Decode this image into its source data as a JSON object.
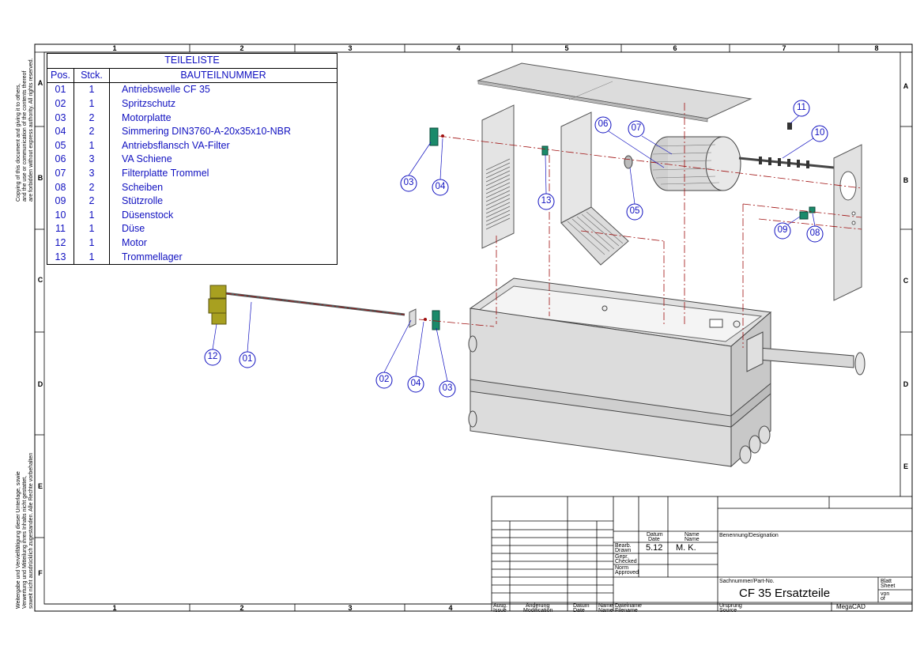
{
  "zones_top": [
    "1",
    "2",
    "3",
    "4",
    "5",
    "6",
    "7",
    "8"
  ],
  "zones_side": [
    "A",
    "B",
    "C",
    "D",
    "E",
    "F"
  ],
  "side_notes": {
    "en": [
      "Copying of this document and giving it to others,",
      "and the use or communication of the contents thereof",
      "are forbidden without express authority. All rights reserved."
    ],
    "de": [
      "Weitergabe und Vervielfältigung dieser Unterlage, sowie",
      "Verwertung und Mitteilung ihres Inhalts nicht gestattet,",
      "soweit nicht ausdrücklich zugestanden. Alle Rechte vorbehalten"
    ]
  },
  "parts_list": {
    "title": "TEILELISTE",
    "headers": [
      "Pos.",
      "Stck.",
      "BAUTEILNUMMER"
    ],
    "rows": [
      [
        "01",
        "1",
        "Antriebswelle CF 35"
      ],
      [
        "02",
        "1",
        "Spritzschutz"
      ],
      [
        "03",
        "2",
        "Motorplatte"
      ],
      [
        "04",
        "2",
        "Simmering DIN3760-A-20x35x10-NBR"
      ],
      [
        "05",
        "1",
        "Antriebsflansch  VA-Filter"
      ],
      [
        "06",
        "3",
        "VA Schiene"
      ],
      [
        "07",
        "3",
        "Filterplatte Trommel"
      ],
      [
        "08",
        "2",
        "Scheiben"
      ],
      [
        "09",
        "2",
        "Stützrolle"
      ],
      [
        "10",
        "1",
        "Düsenstock"
      ],
      [
        "11",
        "1",
        "Düse"
      ],
      [
        "12",
        "1",
        "Motor"
      ],
      [
        "13",
        "1",
        "Trommellager"
      ]
    ]
  },
  "balloons": [
    {
      "label": "01"
    },
    {
      "label": "02"
    },
    {
      "label": "03"
    },
    {
      "label": "04"
    },
    {
      "label": "03"
    },
    {
      "label": "04"
    },
    {
      "label": "05"
    },
    {
      "label": "06"
    },
    {
      "label": "07"
    },
    {
      "label": "08"
    },
    {
      "label": "09"
    },
    {
      "label": "10"
    },
    {
      "label": "11"
    },
    {
      "label": "12"
    },
    {
      "label": "13"
    }
  ],
  "title_block": {
    "datum": "Datum",
    "date": "Date",
    "name_de": "Name",
    "name_en": "Name",
    "bearb": "Bearb.",
    "drawn": "Drawn",
    "gepr": "Gepr.",
    "checked": "Checked",
    "norm": "Norm",
    "approved": "Approved",
    "drawn_date": "5.12",
    "drawn_name": "M. K.",
    "designation_label": "Benennung/Designation",
    "part_no_label": "Sachnummer/Part-No.",
    "part_no": "CF 35 Ersatzteile",
    "blatt": "Blatt",
    "sheet": "Sheet",
    "von": "von",
    "of": "of",
    "ursprung": "Ursprung",
    "source": "Source",
    "software": "MegaCAD",
    "ausg": "Ausg.",
    "issue": "Issue",
    "aenderung": "Änderung",
    "modification": "Modification",
    "datum2": "Datum",
    "date2": "Date",
    "name2": "Name",
    "name3": "Name",
    "dateiname": "Dateiname",
    "filename": "Filename"
  },
  "colors": {
    "balloon": "#1010c0",
    "parts_text": "#1010c0",
    "centerline": "#a01010",
    "motor": "#a8a020",
    "motor_plate": "#1a8a6a",
    "steel": "#d8d8d8"
  }
}
